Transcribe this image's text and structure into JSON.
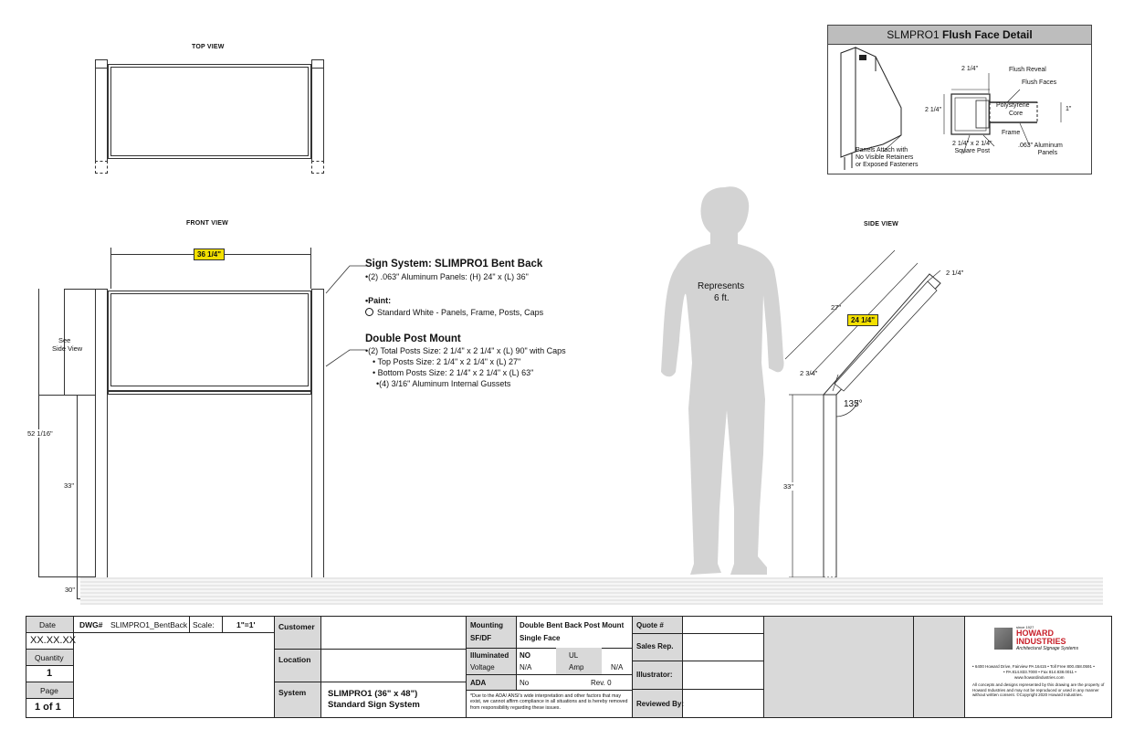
{
  "views": {
    "top": "TOP VIEW",
    "front": "FRONT VIEW",
    "side": "SIDE VIEW"
  },
  "front": {
    "width_dim": "36 1/4\"",
    "see_side_line1": "See",
    "see_side_line2": "Side View",
    "total_height": "52 1/16\"",
    "lower_height": "33\"",
    "bury_depth": "30\""
  },
  "notes": {
    "sign_title": "Sign System: SLIMPRO1 Bent Back",
    "sign_panels": "(2) .063\" Aluminum Panels: (H) 24\" x (L) 36\"",
    "paint_title": "Paint:",
    "paint_item": "Standard White - Panels, Frame, Posts, Caps",
    "mount_title": "Double Post Mount",
    "mount_items": [
      "(2) Total Posts Size: 2 1/4\" x 2 1/4\" x (L) 90\"  with Caps",
      "Top Posts Size: 2 1/4\" x 2 1/4\" x (L) 27\"",
      "Bottom Posts Size: 2 1/4\" x 2 1/4\" x (L) 63\"",
      "(4) 3/16\" Aluminum Internal Gussets"
    ]
  },
  "human": {
    "line1": "Represents",
    "line2": "6 ft."
  },
  "side": {
    "post_width": "2 1/4\"",
    "length_total": "27\"",
    "panel_dim": "24 1/4\"",
    "offset": "2 3/4\"",
    "angle": "135°",
    "lower_height": "33\""
  },
  "detail": {
    "title_plain": "SLMPRO1",
    "title_bold": "Flush Face Detail",
    "dim_top": "2 1/4\"",
    "flush_reveal": "Flush  Reveal",
    "flush_faces": "Flush Faces",
    "dim_left": "2 1/4\"",
    "polystyrene": "Polystyrene",
    "core": "Core",
    "dim_right": "1\"",
    "frame": "Frame",
    "panels_attach_1": "Panels Attach with",
    "panels_attach_2": "No Visible Retainers",
    "panels_attach_3": "or Exposed Fasteners",
    "square_post_1": "2 1/4\" x 2 1/4\"",
    "square_post_2": "Square Post",
    "alum_1": ".063\" Aluminum",
    "alum_2": "Panels"
  },
  "titleblock": {
    "date_label": "Date",
    "date_value": "XX.XX.XX",
    "qty_label": "Quantity",
    "qty_value": "1",
    "page_label": "Page",
    "page_value": "1 of 1",
    "dwg_label": "DWG#",
    "dwg_value": "SLIMPRO1_BentBack",
    "scale_label": "Scale:",
    "scale_value": "1\"=1'",
    "customer_label": "Customer",
    "location_label": "Location",
    "system_label": "System",
    "system_value_1": "SLIMPRO1 (36\" x 48\")",
    "system_value_2": "Standard Sign System",
    "mounting_label": "Mounting",
    "mounting_value": "Double Bent Back Post Mount",
    "sfdf_label": "SF/DF",
    "sfdf_value": "Single Face",
    "illum_label": "Illuminated",
    "illum_value": "NO",
    "ul_label": "UL",
    "voltage_label": "Voltage",
    "voltage_value": "N/A",
    "amp_label": "Amp",
    "amp_value": "N/A",
    "ada_label": "ADA",
    "ada_value": "No",
    "rev_value": "Rev. 0",
    "disclaimer": "*Due to the ADA/ ANSI's wide interpretation and other factors that may exist, we cannot affirm compliance in all situations and is hereby removed from responsibility regarding these issues.",
    "quote_label": "Quote #",
    "sales_label": "Sales Rep.",
    "illustrator_label": "Illustrator:",
    "reviewed_label": "Reviewed By:",
    "company_small": "since 1927",
    "company_1": "HOWARD",
    "company_2": "INDUSTRIES",
    "company_tag": "Architectural Signage Systems",
    "addr_1": "• 6400 Howard Drive, Fairview PA 16415 • Toll Free 800.458.0591 •",
    "addr_2": "• PA 814.833.7000 • Fax 814.838.0011 •",
    "addr_3": "www.howardindustries.com",
    "legal": "All concepts and designs represented by this drawing are the property of Howard Industries and may not be reproduced or used in any manner without written consent. ©Copyright 2020 Howard Industries."
  },
  "colors": {
    "highlight": "#f3e000",
    "brand_red": "#c8202a",
    "detail_header": "#bdbdbd"
  }
}
